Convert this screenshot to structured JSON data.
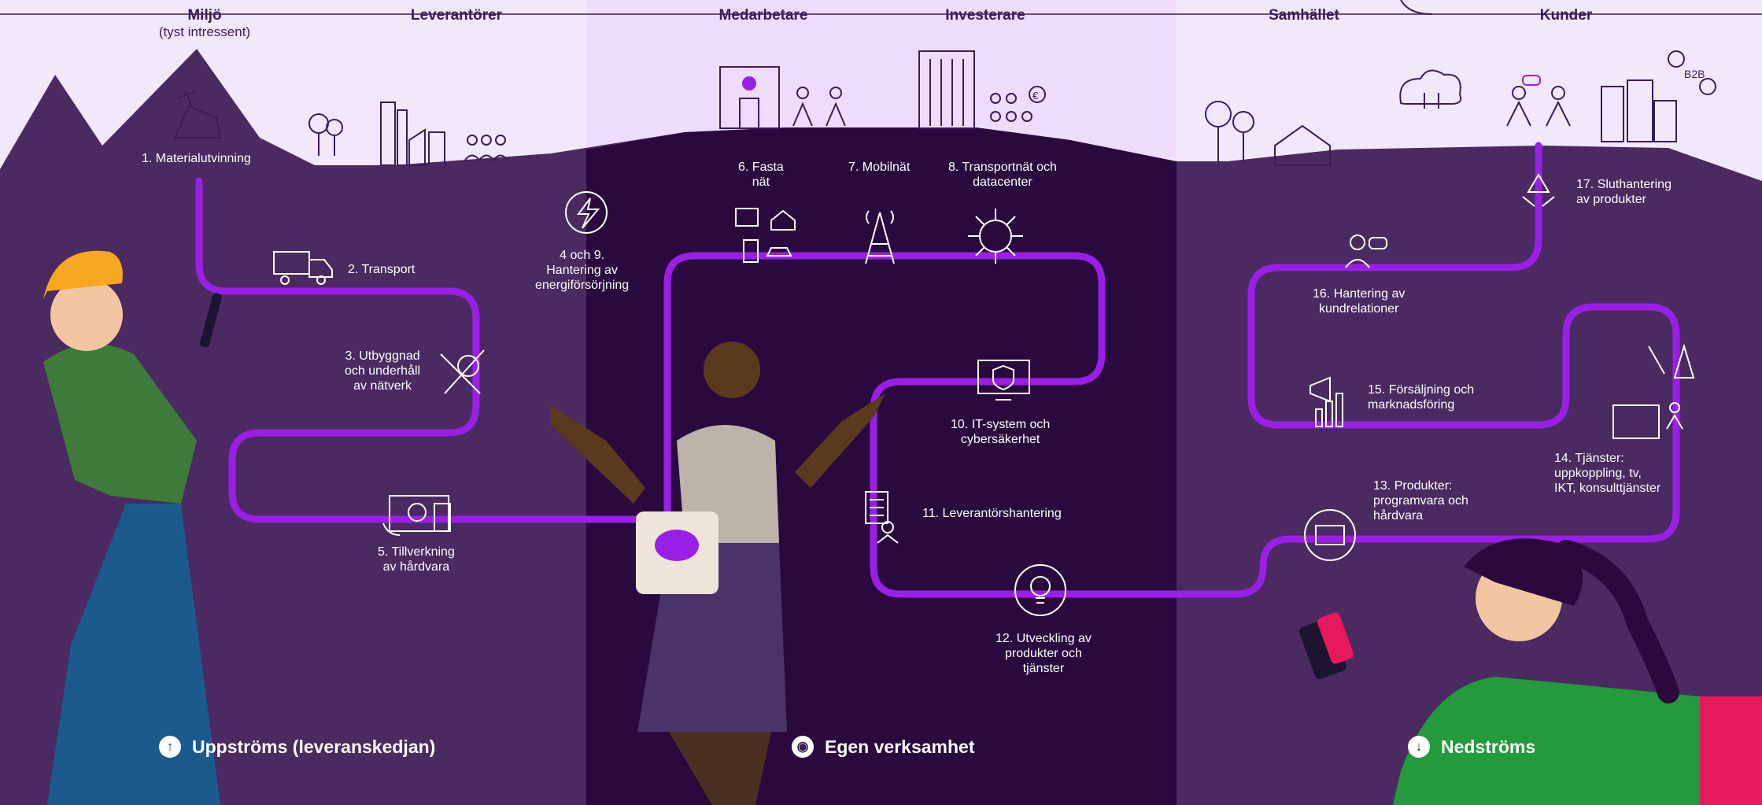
{
  "colors": {
    "sky": "#f2e8fb",
    "sky_center": "#eddcfb",
    "mountain": "#4a2a60",
    "upstream_bg": "#4a2a60",
    "own_operations_bg": "#2a0a3e",
    "downstream_bg": "#4a2a60",
    "path": "#9a1fe6",
    "text": "#ffffff",
    "header_text": "#3a1c5a",
    "pink_accent": "#e6195c"
  },
  "stakeholders": {
    "miljo": "Miljö",
    "miljo_sub": "(tyst intressent)",
    "leverantorer": "Leverantörer",
    "medarbetare": "Medarbetare",
    "investerare": "Investerare",
    "samhallet": "Samhället",
    "kunder": "Kunder"
  },
  "steps": {
    "s1": "1. Materialutvinning",
    "s2": "2. Transport",
    "s3": "3. Utbyggnad\noch underhåll\nav nätverk",
    "s4": "4 och 9.\nHantering av\nenergiförsörjning",
    "s5": "5. Tillverkning\nav hårdvara",
    "s6": "6. Fasta\nnät",
    "s7": "7. Mobilnät",
    "s8": "8. Transportnät och\ndatacenter",
    "s10": "10. IT-system och\ncybersäkerhet",
    "s11": "11. Leverantörshantering",
    "s12": "12. Utveckling av\nprodukter och\ntjänster",
    "s13": "13. Produkter:\nprogramvara och\nhårdvara",
    "s14": "14. Tjänster:\nuppkoppling, tv,\nIKT, konsulttjänster",
    "s15": "15. Försäljning och\nmarknadsföring",
    "s16": "16. Hantering av\nkundrelationer",
    "s17": "17. Sluthantering\nav produkter"
  },
  "icons": {
    "b2b_label": "B2B",
    "euro_label": "€"
  },
  "sections": {
    "upstream": "Uppströms (leveranskedjan)",
    "upstream_icon": "arrow-up-icon",
    "own": "Egen verksamhet",
    "own_icon": "circle-dot-icon",
    "downstream": "Nedströms",
    "downstream_icon": "arrow-down-icon"
  }
}
